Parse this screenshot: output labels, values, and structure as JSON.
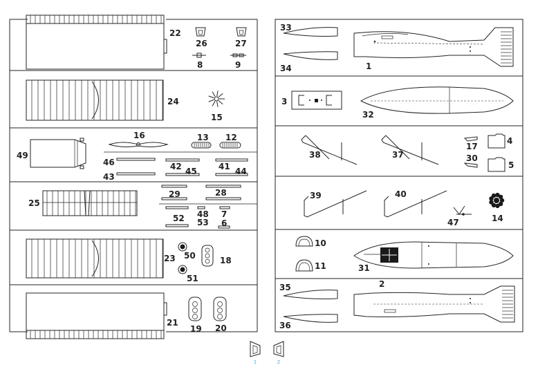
{
  "labels": {
    "p1": "1",
    "p2": "2",
    "p3": "3",
    "p4": "4",
    "p5": "5",
    "p6": "6",
    "p7": "7",
    "p8": "8",
    "p9": "9",
    "p10": "10",
    "p11": "11",
    "p12": "12",
    "p13": "13",
    "p14": "14",
    "p15": "15",
    "p16": "16",
    "p17": "17",
    "p18": "18",
    "p19": "19",
    "p20": "20",
    "p21": "21",
    "p22": "22",
    "p23": "23",
    "p24": "24",
    "p25": "25",
    "p26": "26",
    "p27": "27",
    "p28": "28",
    "p29": "29",
    "p30": "30",
    "p31": "31",
    "p32": "32",
    "p33": "33",
    "p34": "34",
    "p35": "35",
    "p36": "36",
    "p37": "37",
    "p38": "38",
    "p39": "39",
    "p40": "40",
    "p41": "41",
    "p42": "42",
    "p43": "43",
    "p44": "44",
    "p45": "45",
    "p46": "46",
    "p47": "47",
    "p48": "48",
    "p49": "49",
    "p50": "50",
    "p51": "51",
    "p52": "52",
    "p53": "53"
  },
  "page_markers": [
    "1",
    "2"
  ],
  "colors": {
    "ink": "#222222",
    "marker": "#3bb0d0",
    "background": "#ffffff"
  }
}
